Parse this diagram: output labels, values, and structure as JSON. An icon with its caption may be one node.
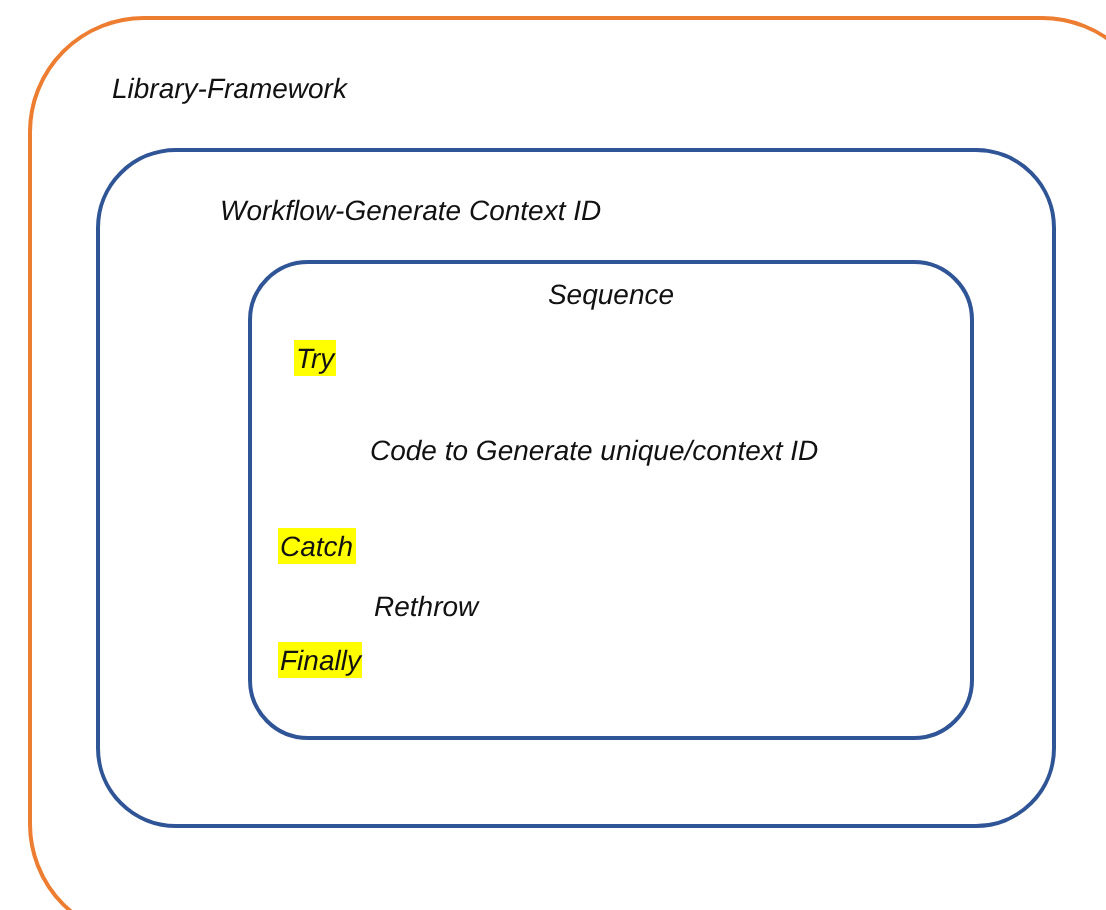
{
  "diagram": {
    "nodes": [
      {
        "text": [
          "Library-Framework"
        ]
      },
      {
        "text": [
          "Workflow-Generate Context ID"
        ],
        "in": 0
      },
      {
        "text": [
          "Sequence",
          "Try",
          "Code to Generate unique/context ID",
          "Catch",
          "Rethrow",
          "Finally"
        ],
        "in": 1
      }
    ]
  }
}
